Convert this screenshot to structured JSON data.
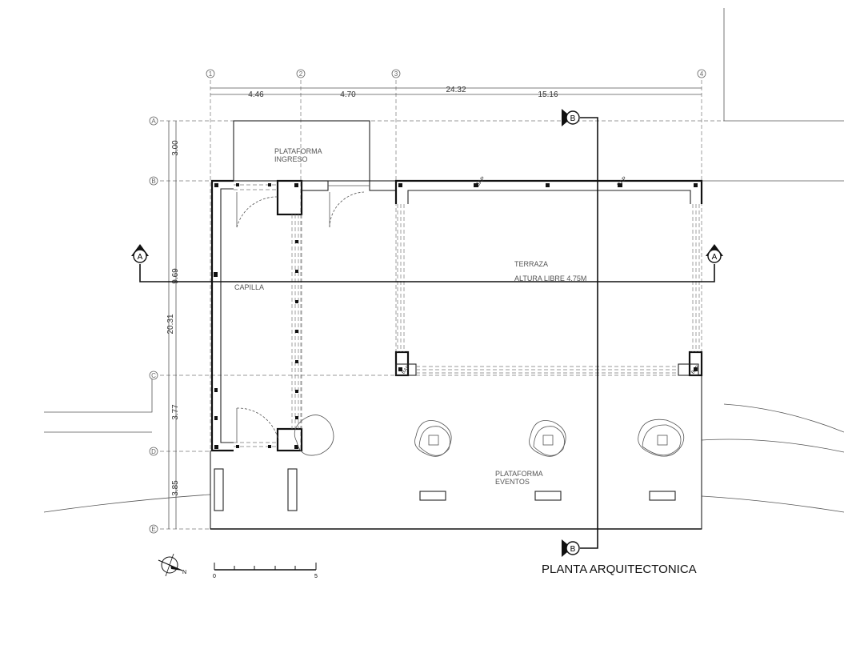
{
  "title": "PLANTA ARQUITECTONICA",
  "grid_columns": [
    "1",
    "2",
    "3",
    "4"
  ],
  "grid_rows": [
    "A",
    "B",
    "C",
    "D",
    "E"
  ],
  "dimensions_horizontal": {
    "d12": "4.46",
    "d23": "4.70",
    "total": "24.32",
    "d34": "15.16"
  },
  "dimensions_vertical": {
    "dAB": "3.00",
    "dBC_inner": "9.69",
    "total": "20.31",
    "dCD": "3.77",
    "dDE": "3.85"
  },
  "rooms": {
    "ingreso": [
      "PLATAFORMA",
      "INGRESO"
    ],
    "capilla": "CAPILLA",
    "terraza": "TERRAZA",
    "altura": "ALTURA LIBRE 4.75M",
    "eventos": [
      "PLATAFORMA",
      "EVENTOS"
    ]
  },
  "column_tags": [
    "BAP",
    "BAP",
    "BAP",
    "BAP"
  ],
  "sections": {
    "a": "A",
    "b": "B"
  },
  "scale": {
    "start": "0",
    "end": "5"
  },
  "north_label": "N"
}
